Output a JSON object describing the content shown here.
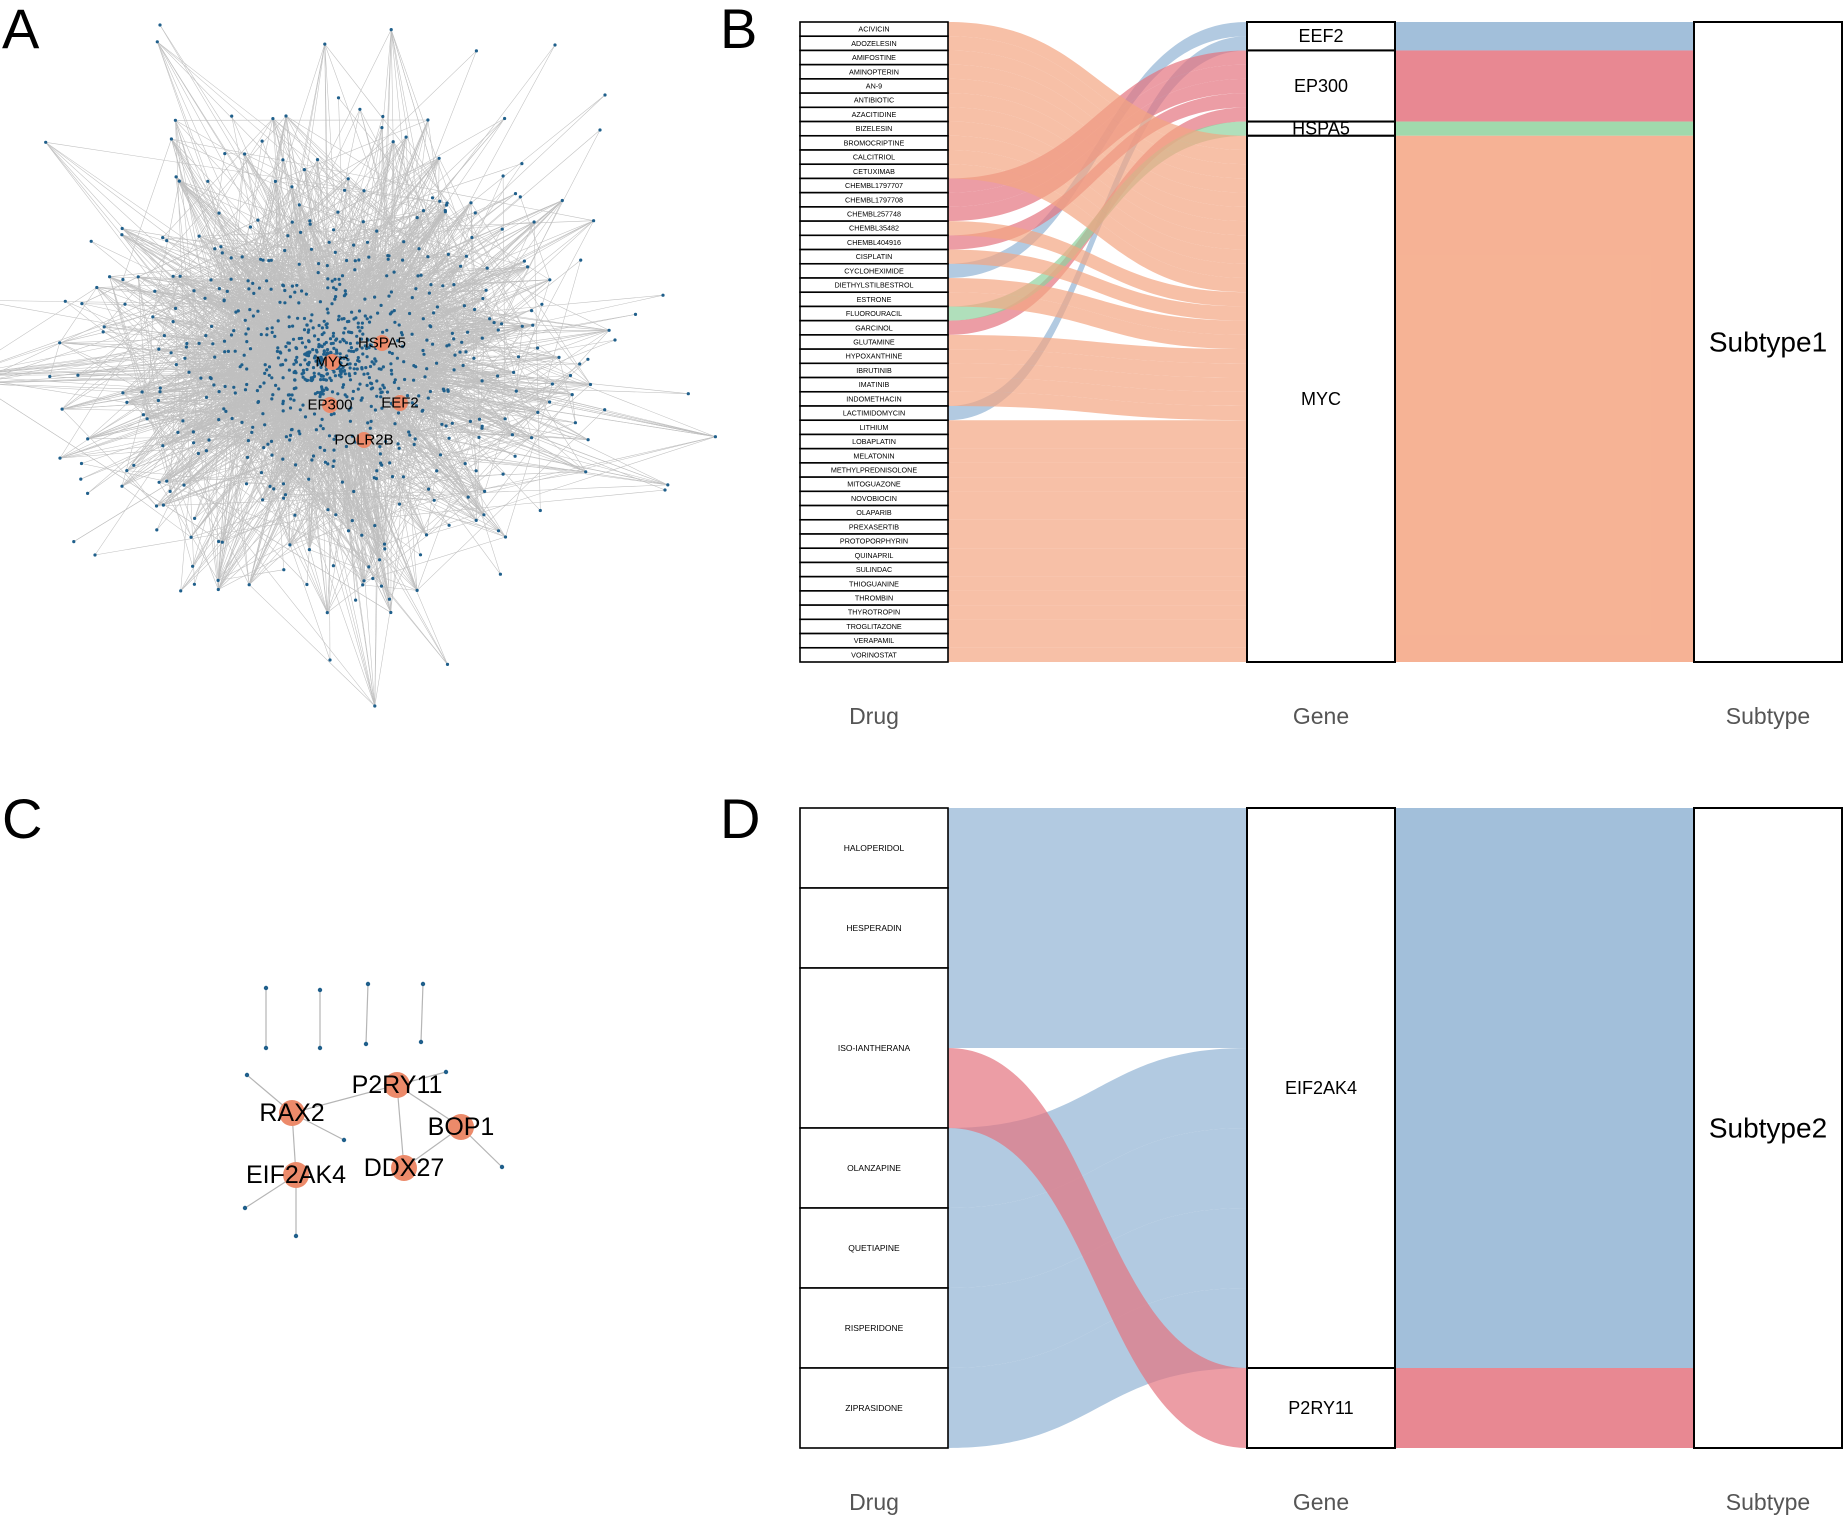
{
  "panels": {
    "A": {
      "letter": "A"
    },
    "B": {
      "letter": "B"
    },
    "C": {
      "letter": "C"
    },
    "D": {
      "letter": "D"
    }
  },
  "colors": {
    "orange": "#f4a582",
    "blue": "#92b4d4",
    "red": "#e4737f",
    "green": "#8fd29e",
    "edge": "#b5b5b5",
    "node": "#1f5f8b",
    "hub": "#ec8a6a",
    "ink": "#000000",
    "axis_label": "#555555"
  },
  "network_A": {
    "hub_genes": [
      "MYC",
      "HSPA5",
      "EP300",
      "EEF2",
      "POLR2B"
    ],
    "node_count_estimate": 900
  },
  "network_C": {
    "hub_genes": [
      "P2RY11",
      "RAX2",
      "BOP1",
      "EIF2AK4",
      "DDX27"
    ],
    "edges": [
      [
        "RAX2",
        "EIF2AK4"
      ],
      [
        "RAX2",
        "P2RY11"
      ],
      [
        "P2RY11",
        "DDX27"
      ],
      [
        "DDX27",
        "BOP1"
      ],
      [
        "BOP1",
        "P2RY11"
      ]
    ]
  },
  "sankey_B": {
    "axis_labels": [
      "Drug",
      "Gene",
      "Subtype"
    ],
    "drugs": [
      "ACIVICIN",
      "ADOZELESIN",
      "AMIFOSTINE",
      "AMINOPTERIN",
      "AN-9",
      "ANTIBIOTIC",
      "AZACITIDINE",
      "BIZELESIN",
      "BROMOCRIPTINE",
      "CALCITRIOL",
      "CETUXIMAB",
      "CHEMBL1797707",
      "CHEMBL1797708",
      "CHEMBL257748",
      "CHEMBL35482",
      "CHEMBL404916",
      "CISPLATIN",
      "CYCLOHEXIMIDE",
      "DIETHYLSTILBESTROL",
      "ESTRONE",
      "FLUOROURACIL",
      "GARCINOL",
      "GLUTAMINE",
      "HYPOXANTHINE",
      "IBRUTINIB",
      "IMATINIB",
      "INDOMETHACIN",
      "LACTIMIDOMYCIN",
      "LITHIUM",
      "LOBAPLATIN",
      "MELATONIN",
      "METHYLPREDNISOLONE",
      "MITOGUAZONE",
      "NOVOBIOCIN",
      "OLAPARIB",
      "PREXASERTIB",
      "PROTOPORPHYRIN",
      "QUINAPRIL",
      "SULINDAC",
      "THIOGUANINE",
      "THROMBIN",
      "THYROTROPIN",
      "TROGLITAZONE",
      "VERAPAMIL",
      "VORINOSTAT"
    ],
    "genes": [
      {
        "name": "EEF2",
        "color": "blue"
      },
      {
        "name": "EP300",
        "color": "red"
      },
      {
        "name": "HSPA5",
        "color": "green"
      },
      {
        "name": "MYC",
        "color": "orange"
      }
    ],
    "subtypes": [
      "Subtype1"
    ],
    "links": [
      [
        "CYCLOHEXIMIDE",
        "EEF2"
      ],
      [
        "LACTIMIDOMYCIN",
        "EEF2"
      ],
      [
        "CHEMBL1797707",
        "EP300"
      ],
      [
        "CHEMBL1797708",
        "EP300"
      ],
      [
        "CHEMBL257748",
        "EP300"
      ],
      [
        "CHEMBL404916",
        "EP300"
      ],
      [
        "GARCINOL",
        "EP300"
      ],
      [
        "FLUOROURACIL",
        "HSPA5"
      ],
      [
        "ACIVICIN",
        "MYC"
      ],
      [
        "ADOZELESIN",
        "MYC"
      ],
      [
        "AMIFOSTINE",
        "MYC"
      ],
      [
        "AMINOPTERIN",
        "MYC"
      ],
      [
        "AN-9",
        "MYC"
      ],
      [
        "ANTIBIOTIC",
        "MYC"
      ],
      [
        "AZACITIDINE",
        "MYC"
      ],
      [
        "BIZELESIN",
        "MYC"
      ],
      [
        "BROMOCRIPTINE",
        "MYC"
      ],
      [
        "CALCITRIOL",
        "MYC"
      ],
      [
        "CETUXIMAB",
        "MYC"
      ],
      [
        "CHEMBL35482",
        "MYC"
      ],
      [
        "CISPLATIN",
        "MYC"
      ],
      [
        "DIETHYLSTILBESTROL",
        "MYC"
      ],
      [
        "ESTRONE",
        "MYC"
      ],
      [
        "GLUTAMINE",
        "MYC"
      ],
      [
        "HYPOXANTHINE",
        "MYC"
      ],
      [
        "IBRUTINIB",
        "MYC"
      ],
      [
        "IMATINIB",
        "MYC"
      ],
      [
        "INDOMETHACIN",
        "MYC"
      ],
      [
        "LITHIUM",
        "MYC"
      ],
      [
        "LOBAPLATIN",
        "MYC"
      ],
      [
        "MELATONIN",
        "MYC"
      ],
      [
        "METHYLPREDNISOLONE",
        "MYC"
      ],
      [
        "MITOGUAZONE",
        "MYC"
      ],
      [
        "NOVOBIOCIN",
        "MYC"
      ],
      [
        "OLAPARIB",
        "MYC"
      ],
      [
        "PREXASERTIB",
        "MYC"
      ],
      [
        "PROTOPORPHYRIN",
        "MYC"
      ],
      [
        "QUINAPRIL",
        "MYC"
      ],
      [
        "SULINDAC",
        "MYC"
      ],
      [
        "THIOGUANINE",
        "MYC"
      ],
      [
        "THROMBIN",
        "MYC"
      ],
      [
        "THYROTROPIN",
        "MYC"
      ],
      [
        "TROGLITAZONE",
        "MYC"
      ],
      [
        "VERAPAMIL",
        "MYC"
      ],
      [
        "VORINOSTAT",
        "MYC"
      ]
    ]
  },
  "sankey_D": {
    "axis_labels": [
      "Drug",
      "Gene",
      "Subtype"
    ],
    "drugs": [
      "HALOPERIDOL",
      "HESPERADIN",
      "ISO-IANTHERANA",
      "OLANZAPINE",
      "QUETIAPINE",
      "RISPERIDONE",
      "ZIPRASIDONE"
    ],
    "genes": [
      {
        "name": "EIF2AK4",
        "color": "blue"
      },
      {
        "name": "P2RY11",
        "color": "red"
      }
    ],
    "subtypes": [
      "Subtype2"
    ],
    "links": [
      [
        "HALOPERIDOL",
        "EIF2AK4"
      ],
      [
        "HESPERADIN",
        "EIF2AK4"
      ],
      [
        "ISO-IANTHERANA",
        "EIF2AK4"
      ],
      [
        "OLANZAPINE",
        "EIF2AK4"
      ],
      [
        "QUETIAPINE",
        "EIF2AK4"
      ],
      [
        "RISPERIDONE",
        "EIF2AK4"
      ],
      [
        "ZIPRASIDONE",
        "EIF2AK4"
      ],
      [
        "ISO-IANTHERANA",
        "P2RY11"
      ]
    ]
  }
}
